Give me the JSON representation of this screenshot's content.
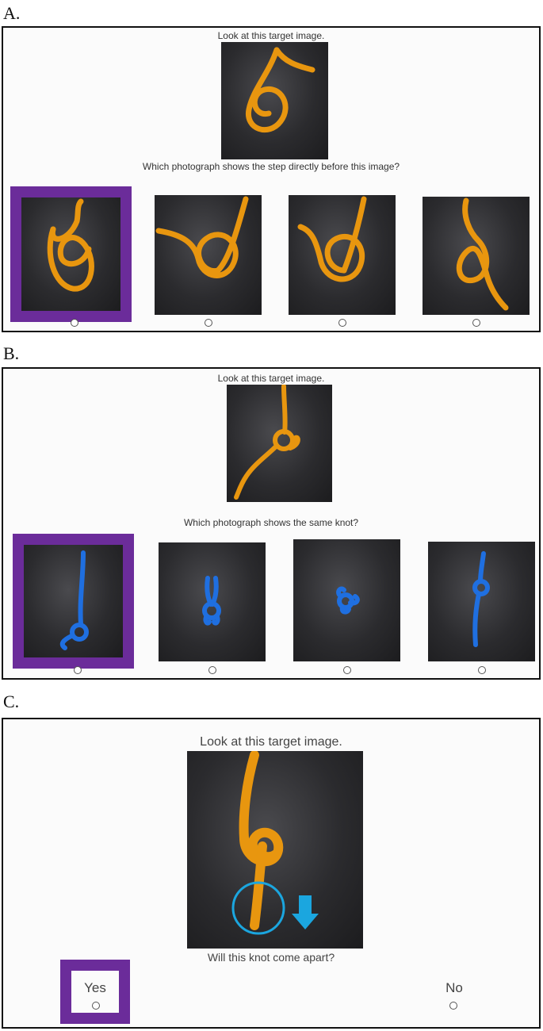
{
  "panels": {
    "a": {
      "label": "A.",
      "prompt_top": "Look at this target image.",
      "question": "Which photograph shows the step directly before this image?"
    },
    "b": {
      "label": "B.",
      "prompt_top": "Look at this target image.",
      "question": "Which photograph shows the same knot?"
    },
    "c": {
      "label": "C.",
      "prompt_top": "Look at this target image.",
      "question": "Will this knot come apart?",
      "options": [
        "Yes",
        "No"
      ]
    }
  },
  "colors": {
    "highlight_frame": "#6b2c9a",
    "rope_orange": "#e8960f",
    "rope_blue": "#1f6fe0",
    "annotation_cyan": "#1ba6df"
  },
  "icons": [
    "rope-knot-photo",
    "radio-button",
    "down-arrow-icon",
    "circle-highlight"
  ]
}
